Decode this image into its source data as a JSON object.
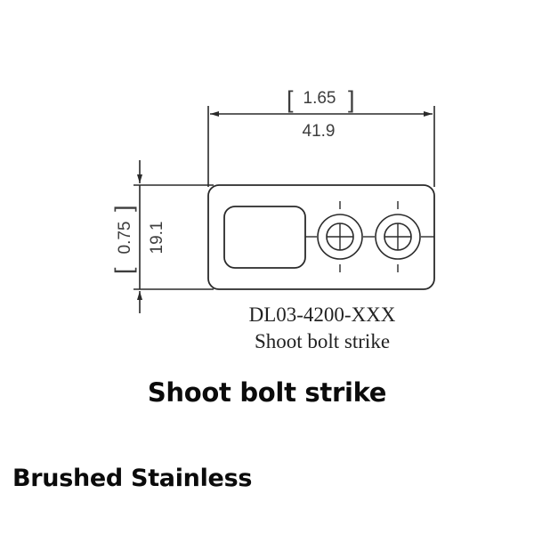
{
  "drawing": {
    "width_dimension": {
      "inches": "1.65",
      "mm": "41.9"
    },
    "height_dimension": {
      "inches": "0.75",
      "mm": "19.1"
    },
    "part_number": "DL03-4200-XXX",
    "part_name": "Shoot bolt strike",
    "line_color": "#2a2a2a"
  },
  "product": {
    "title": "Shoot bolt strike",
    "finish": "Brushed Stainless"
  }
}
